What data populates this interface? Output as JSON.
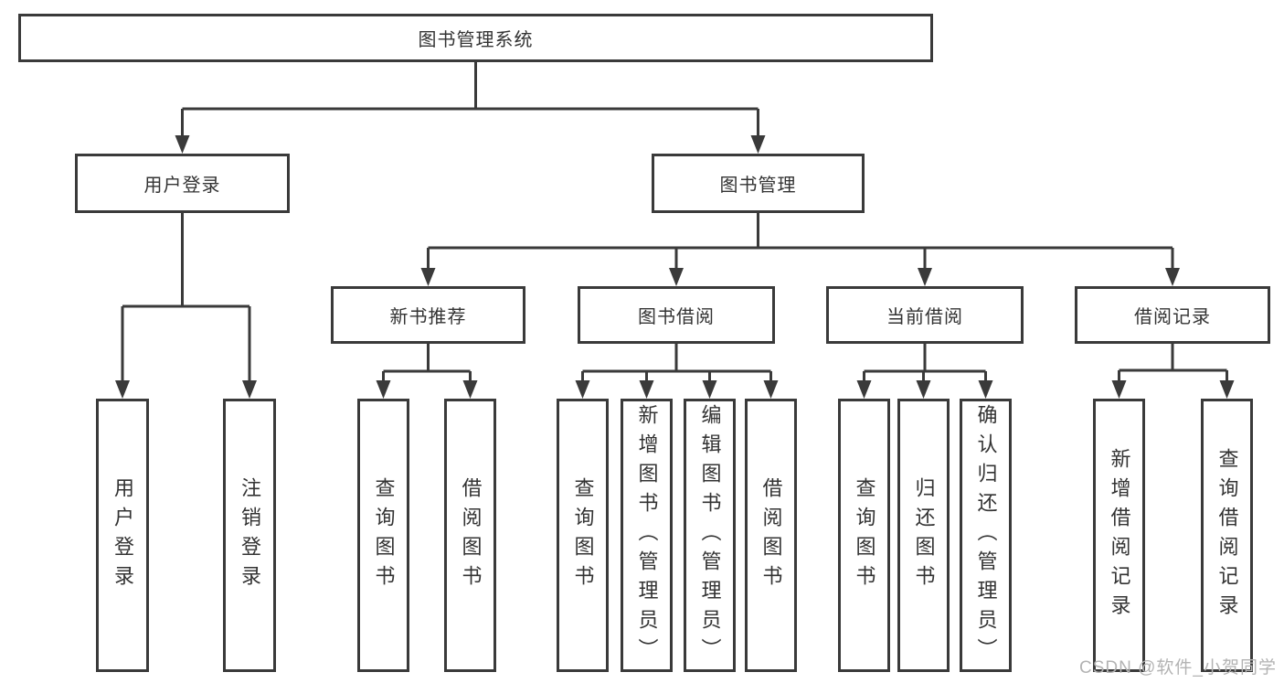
{
  "diagram": {
    "type": "hierarchy-tree",
    "tree": {
      "root": {
        "label": "图书管理系统"
      },
      "children": [
        {
          "label": "用户登录",
          "children": [
            {
              "label": "用户登录"
            },
            {
              "label": "注销登录"
            }
          ]
        },
        {
          "label": "图书管理",
          "children": [
            {
              "label": "新书推荐",
              "children": [
                {
                  "label": "查询图书"
                },
                {
                  "label": "借阅图书"
                }
              ]
            },
            {
              "label": "图书借阅",
              "children": [
                {
                  "label": "查询图书"
                },
                {
                  "label": "新增图书（管理员）"
                },
                {
                  "label": "编辑图书（管理员）"
                },
                {
                  "label": "借阅图书"
                }
              ]
            },
            {
              "label": "当前借阅",
              "children": [
                {
                  "label": "查询图书"
                },
                {
                  "label": "归还图书"
                },
                {
                  "label": "确认归还（管理员）"
                }
              ]
            },
            {
              "label": "借阅记录",
              "children": [
                {
                  "label": "新增借阅记录"
                },
                {
                  "label": "查询借阅记录"
                }
              ]
            }
          ]
        }
      ]
    },
    "watermark": {
      "text": "CSDN @软件_小贺同学",
      "color": "#b3b3b3"
    },
    "colors": {
      "line": "#3a3a3a",
      "text": "#333333",
      "background": "#ffffff"
    }
  }
}
